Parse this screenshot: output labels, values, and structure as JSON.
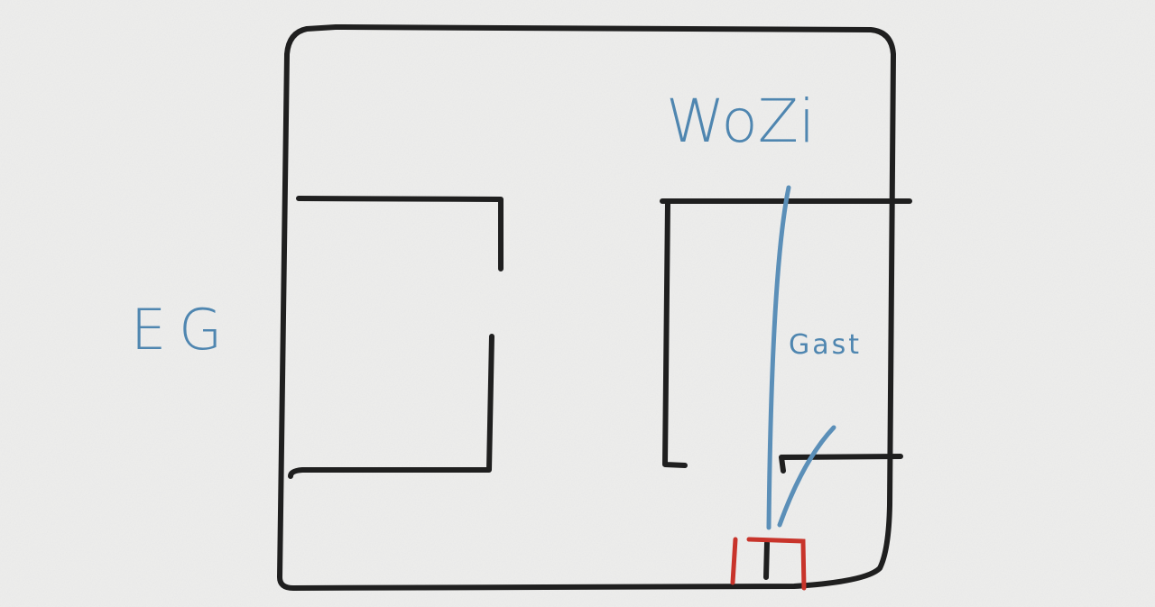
{
  "labels": {
    "floor": "EG",
    "living_room": "WoZi",
    "guest_room": "Gast"
  },
  "colors": {
    "walls": "#1f1f1f",
    "annotation": "#5b8fb8",
    "door": "#c8342b",
    "paper": "#ededec"
  }
}
